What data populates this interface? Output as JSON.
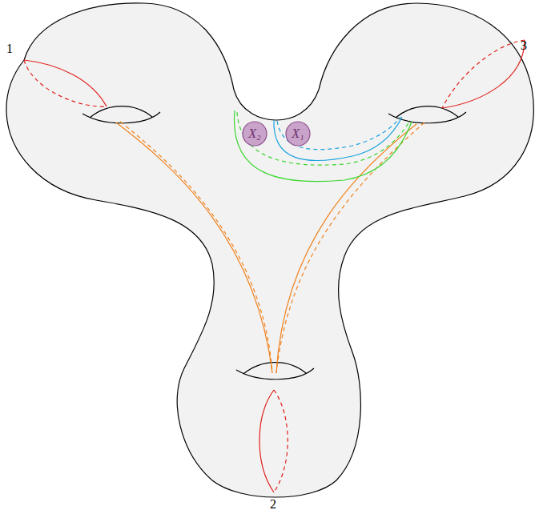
{
  "diagram": {
    "nodes": [
      {
        "text": [
          "X₂"
        ]
      },
      {
        "text": [
          "X₁"
        ]
      }
    ],
    "labels": [
      "1",
      "3",
      "2"
    ]
  }
}
